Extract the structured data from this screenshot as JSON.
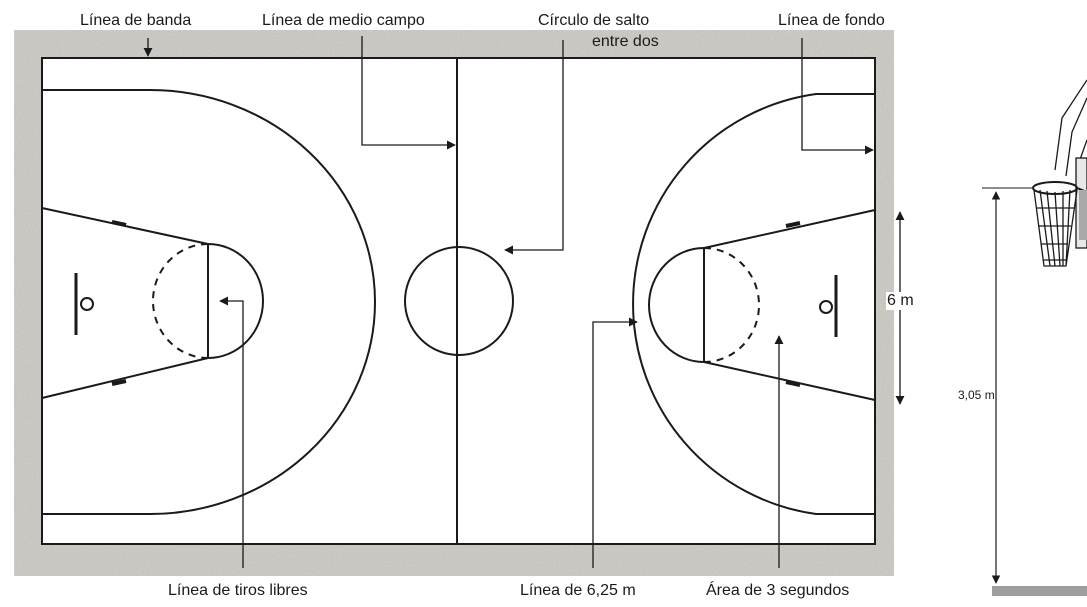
{
  "labels": {
    "sideline": "Línea de banda",
    "midcourt": "Línea de medio campo",
    "jump_circle_line1": "Círculo de salto",
    "jump_circle_line2": "entre dos",
    "baseline": "Línea de fondo",
    "free_throw": "Línea de tiros libres",
    "three_point": "Línea de 6,25 m",
    "three_second": "Área de 3 segundos",
    "lane_width": "6 m",
    "hoop_height": "3,05 m"
  },
  "colors": {
    "ink": "#1a1a1a",
    "court_border": "#c9c6c0",
    "court_floor": "#ffffff"
  }
}
